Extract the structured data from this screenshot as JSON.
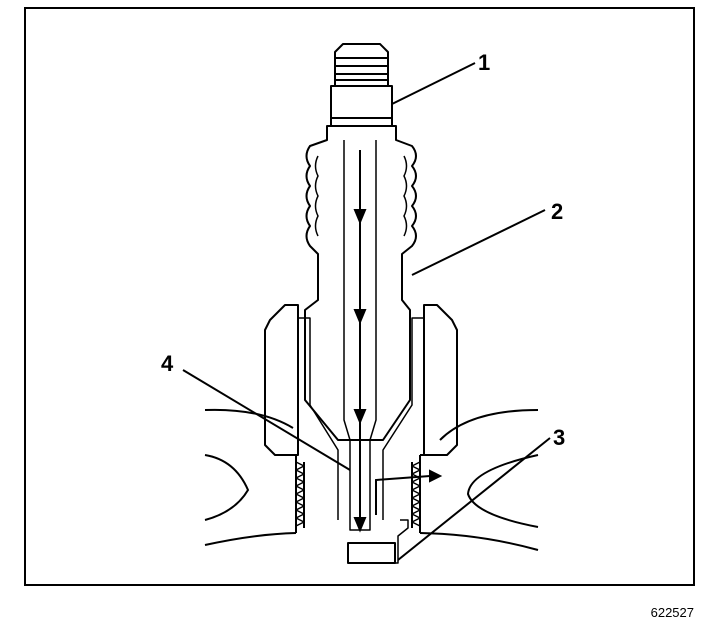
{
  "figure": {
    "id": "622527"
  },
  "callouts": [
    {
      "label": "1",
      "part": "terminal"
    },
    {
      "label": "2",
      "part": "insulator"
    },
    {
      "label": "3",
      "part": "ground-electrode"
    },
    {
      "label": "4",
      "part": "center-electrode"
    }
  ],
  "colors": {
    "ink": "#000000",
    "paper": "#ffffff"
  }
}
